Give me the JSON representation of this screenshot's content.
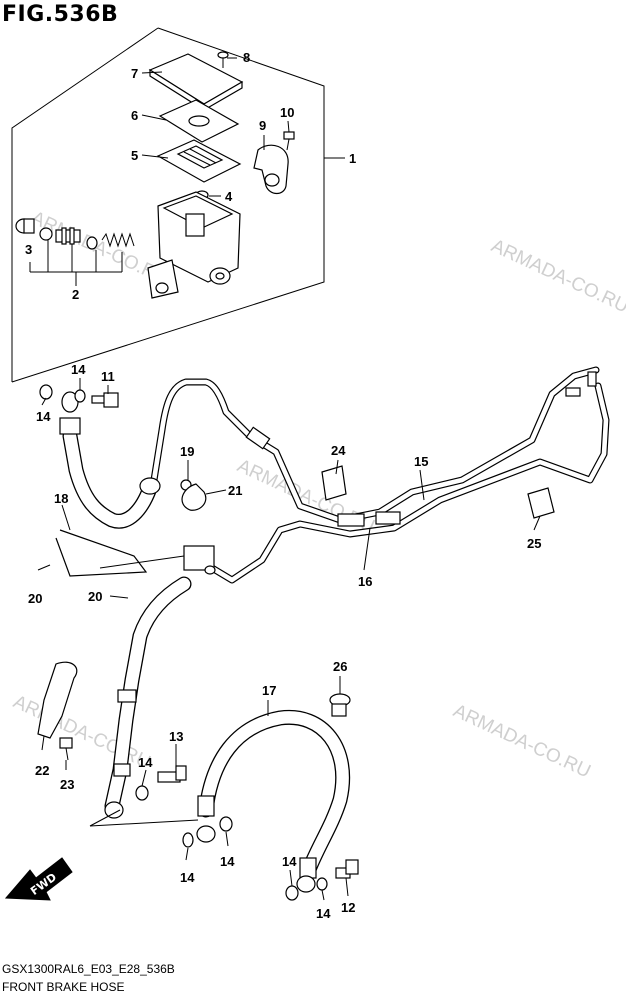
{
  "figure": {
    "title": "FIG.536B",
    "footer_code": "GSX1300RAL6_E03_E28_536B",
    "footer_name": "FRONT BRAKE HOSE"
  },
  "watermarks": [
    {
      "text": "ARMADA-CO.RU"
    },
    {
      "text": "ARMADA-CO.RU"
    },
    {
      "text": "ARMADA-CO.RU"
    },
    {
      "text": "ARMADA-CO.RU"
    },
    {
      "text": "ARMADA-CO.RU"
    }
  ],
  "callouts": {
    "c1": "1",
    "c2": "2",
    "c3": "3",
    "c4": "4",
    "c5": "5",
    "c6": "6",
    "c7": "7",
    "c8": "8",
    "c9": "9",
    "c10": "10",
    "c11": "11",
    "c13": "13",
    "c15": "15",
    "c16": "16",
    "c17": "17",
    "c18": "18",
    "c19": "19",
    "c20a": "20",
    "c20b": "20",
    "c21": "21",
    "c22": "22",
    "c23": "23",
    "c24": "24",
    "c25": "25",
    "c26": "26",
    "c14a": "14",
    "c14b": "14",
    "c14c": "14",
    "c14d": "14",
    "c14e": "14",
    "c14f": "14",
    "c14g": "14",
    "c12": "12"
  },
  "fwd_badge": "FWD"
}
